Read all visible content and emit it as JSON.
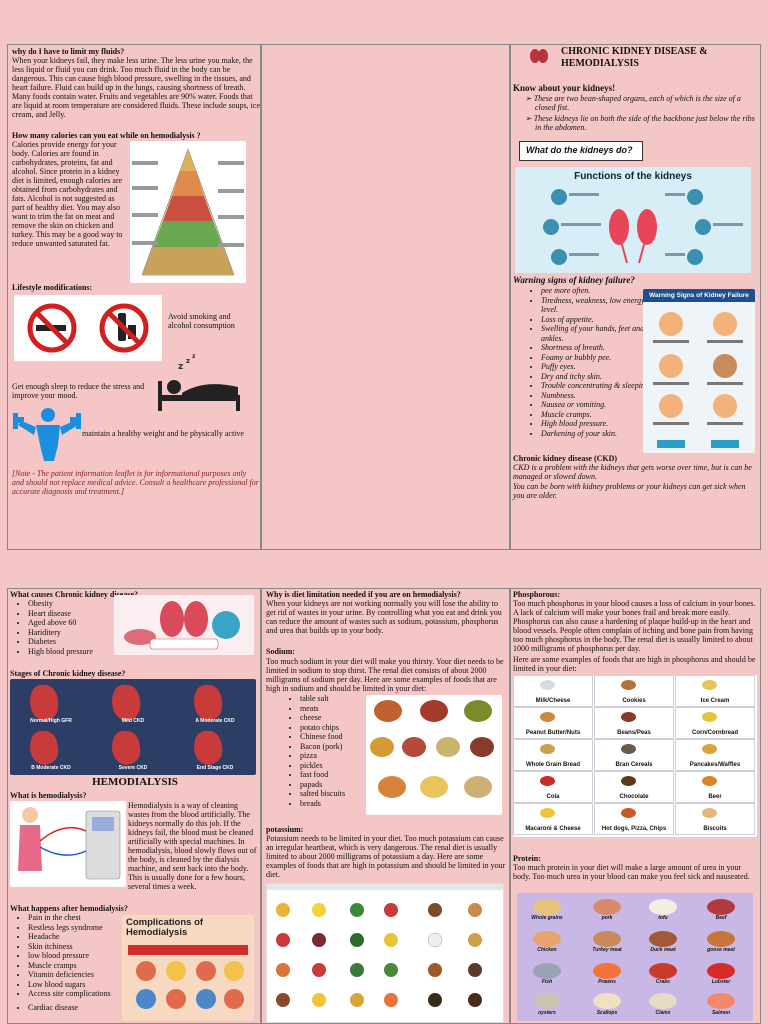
{
  "p1": {
    "fluids_q": "why do I have to limit my fluids?",
    "fluids_a": "When your kidneys fail, they make less urine. The less urine you make, the less liquid or fluid you can drink. Too much fluid in the body can be dangerous. This can cause high blood pressure, swelling in the tissues, and heart failure. Fluid can build up in the lungs, causing shortness of breath. Many foods contain water. Fruits and vegetables are 90% water. Foods that are liquid at room temperature are considered fluids. These include soups, ice cream, and Jelly.",
    "cal_q": "How many calories can you eat while on hemodialysis ?",
    "cal_a": "Calories provide energy for your body. Calories are found in carbohydrates, proteins, fat and alcohol. Since protein in a kidney diet is limited, enough calories are obtained from carbohydrates and fats. Alcohol is not suggested as part of healthy diet. You may also want to trim the fat on meat and remove the skin on chicken and turkey. This may be a good way to reduce unwanted saturated fat.",
    "life_title": "Lifestyle modifications:",
    "life_smoke": "Avoid smoking and alcohol consumption",
    "life_sleep": "Get enough sleep to reduce the stress and improve your mood.",
    "life_weight": "maintain a healthy weight and be physically active",
    "note": "[Note - The patient information leaflet is for informational purposes only and should not replace medical advice. Consult a healthcare professional for accurate diagnosis and treatment.]"
  },
  "p3": {
    "title": "CHRONIC KIDNEY DISEASE & HEMODIALYSIS",
    "know": "Know about your kidneys!",
    "know_items": [
      "These are two bean-shaped organs, each of which is the size of a closed fist.",
      "These kidneys lie on both the side of the backbone just below the ribs in the abdomen."
    ],
    "do_box": "What do the kidneys do?",
    "func_title": "Functions of the kidneys",
    "warn_title": "Warning signs of kidney failure?",
    "warn_items": [
      "pee more often.",
      "Tiredness, weakness, low energy level.",
      "Loss of appetite.",
      "Swelling of your hands, feet and ankles.",
      "Shortness of breath.",
      "Foamy or bubbly pee.",
      "Puffy eyes.",
      "Dry and itchy skin.",
      "Trouble concentrating & sleeping.",
      "Numbness.",
      "Nausea or vomiting.",
      "Muscle cramps.",
      "High blood pressure.",
      "Darkening of your skin."
    ],
    "warn_img_title": "Warning Signs of Kidney Failure",
    "ckd_title": "Chronic kidney disease (CKD)",
    "ckd_text1": "CKD is a problem with the kidneys that gets worse over time, but is can be managed or slowed down.",
    "ckd_text2": "You can be born with kidney problems or your kidneys can get sick when you are older."
  },
  "p4": {
    "causes_title": "What causes Chronic kidney disease?",
    "causes": [
      "Obesity",
      "Heart disease",
      "Aged above 60",
      "Hariditery",
      "Diabetes",
      "High blood pressure"
    ],
    "stages_title": "Stages of Chronic kidney disease?",
    "stages": [
      "Normal/High GFR",
      "Mild CKD",
      "A Moderate CKD",
      "B Moderate CKD",
      "Severe CKD",
      "End Stage CKD"
    ],
    "hemo_title": "HEMODIALYSIS",
    "what_hemo": "What is hemodialysis?",
    "hemo_text": "Hemodialysis is a way of cleaning wastes from the blood artificially. The kidneys normally do this job. If the kidneys fail, the blood must be cleaned artificially with special machines. In hemodialysis, blood slowly flows out of the body, is cleaned by the dialysis machine, and sent back into the body. This is usually done for a few hours, several times a week.",
    "after_title": "What happens after hemodialysis?",
    "after": [
      "Pain in the chest",
      "Restless legs syndrome",
      "Headache",
      "Skin itchiness",
      "low blood pressure",
      "Muscle cramps",
      "Vitamin deficiencies",
      "Low blood sugars",
      "Access site complications",
      "Cardiac disease"
    ],
    "comp_title": "Complications of Hemodialysis"
  },
  "p5": {
    "why_title": "Why is diet limitation  needed if you are on hemodialysis?",
    "why_text": "When your kidneys are not working normally you will lose the ability to get rid of wastes in your urine. By controlling what you eat and drink you can reduce the amount of wastes such as sodium, potassium, phosphorus and urea that builds up in your body.",
    "sodium_title": "Sodium:",
    "sodium_text": "Too much sodium in your diet will make you thirsty. Your diet needs to be limited in sodium to stop thirst. The renal diet consists of about 2000 milligrams of sodium per day. Here are some examples of foods that are high in sodium and should be limited in your diet:",
    "sodium_items": [
      "table salt",
      "meats",
      "cheese",
      "potato chips",
      "Chinese food",
      "Bacon (pork)",
      "pizza",
      "pickles",
      "fast food",
      "papads",
      "salted biscuits",
      "breads"
    ],
    "potassium_title": "potassium:",
    "potassium_text": "Potassium needs to be limited in your diet. Too much potassium can cause an irregular heartbeat, which is very dangerous. The renal diet is usually limited to about 2000 milligrams of potassium a day. Here are some examples of foods that are high in potassium and should be limited in your diet."
  },
  "p6": {
    "phos_title": "Phosphorous:",
    "phos_text": "Too much phosphorus in your blood causes a loss of calcium in your bones. A lack of calcium will make your bones frail and break more easily. Phosphorus can also cause a hardening of plaque build-up in the heart and blood vessels. People often complain of itching and bone pain from having too much phosphorus in the body. The renal diet is usually limited to about 1000 milligrams of phosphorus per day.",
    "phos_text2": "Here are some examples of foods that are high in phosphorus and should be limited in your diet:",
    "phos_foods": [
      "Milk/Cheese",
      "Cookies",
      "Ice Cream",
      "Peanut Butter/Nuts",
      "Beans/Peas",
      "Corn/Cornbread",
      "Whole Grain Bread",
      "Bran Cereals",
      "Pancakes/Waffles",
      "Cola",
      "Chocolate",
      "Beer",
      "Macaroni & Cheese",
      "Hot dogs, Pizza, Chips",
      "Biscuits"
    ],
    "protein_title": "Protein:",
    "protein_text": "Too much protein in your diet will make a large amount of urea in your body. Too much urea in your blood can make you feel sick and nauseated.",
    "protein_foods": [
      "Whole grains",
      "pork",
      "tofu",
      "Beef",
      "Chicken",
      "Turkey meat",
      "Duck meat",
      "goose meat",
      "Fish",
      "Prawns",
      "Crabs",
      "Lobster",
      "oysters",
      "Scallops",
      "Clams",
      "Salmon"
    ]
  },
  "colors": {
    "background": "#f4c6c6",
    "title_red": "#c0392b",
    "link_blue": "#1f3a93"
  }
}
